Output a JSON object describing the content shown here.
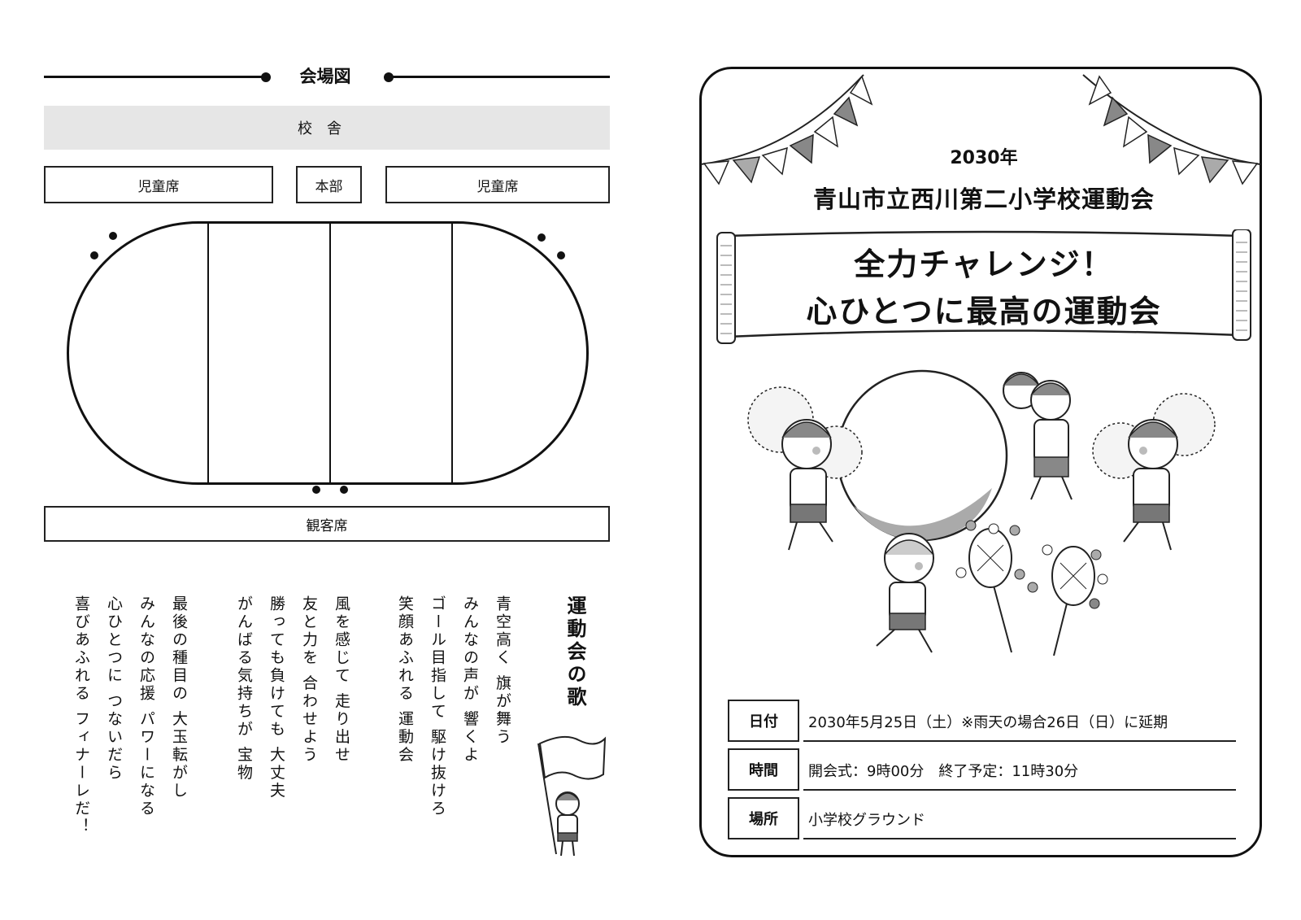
{
  "venue_map": {
    "title": "会場図",
    "school_building": "校舎",
    "student_seats_left": "児童席",
    "headquarters": "本部",
    "student_seats_right": "児童席",
    "spectator_seats": "観客席"
  },
  "song": {
    "title": "運動会の歌",
    "lines": [
      "青空高く 旗が舞う",
      "みんなの声が 響くよ",
      "ゴール目指して 駆け抜けろ",
      "笑顔あふれる 運動会",
      "風を感じて 走り出せ",
      "友と力を 合わせよう",
      "勝っても負けても 大丈夫",
      "がんばる気持ちが 宝物",
      "最後の種目の 大玉転がし",
      "みんなの応援 パワーになる",
      "心ひとつに つないだら",
      "喜びあふれる フィナーレだ！"
    ]
  },
  "poster": {
    "year": "2030年",
    "school_event": "青山市立西川第二小学校運動会",
    "slogan_line1": "全力チャレンジ！",
    "slogan_line2": "心ひとつに最高の運動会",
    "info": [
      {
        "label": "日付",
        "value": "2030年5月25日（土）※雨天の場合26日（日）に延期"
      },
      {
        "label": "時間",
        "value": "開会式：9時00分　終了予定：11時30分"
      },
      {
        "label": "場所",
        "value": "小学校グラウンド"
      }
    ]
  }
}
